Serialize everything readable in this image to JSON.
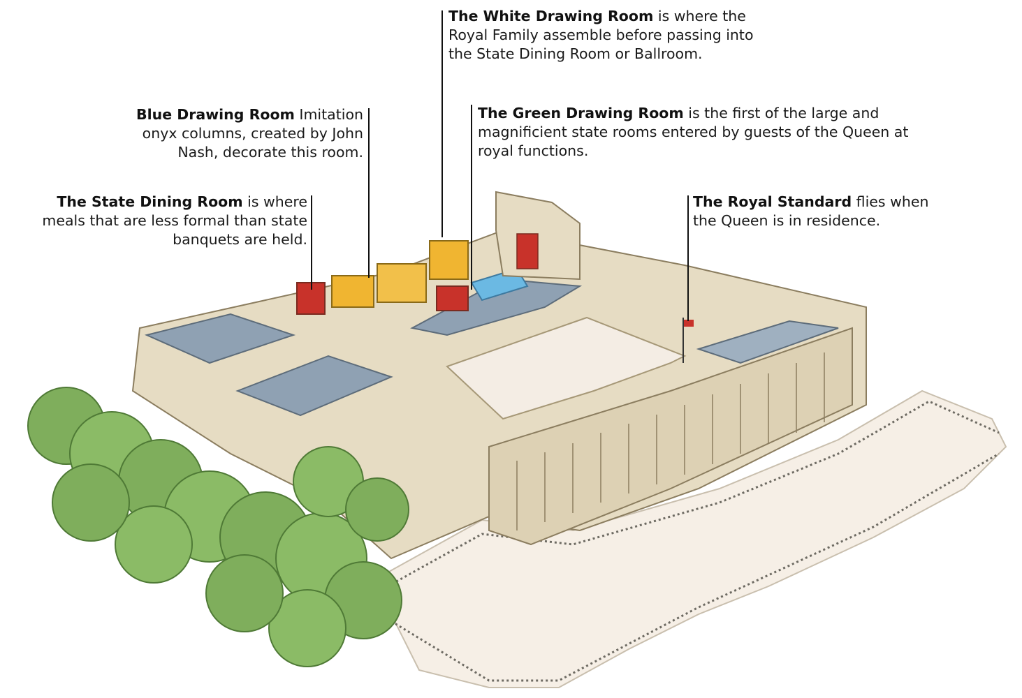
{
  "callouts": {
    "white_drawing_room": {
      "title": "The White Drawing Room",
      "text": " is where the Royal Family assemble before passing into the State Dining Room or Ballroom."
    },
    "blue_drawing_room": {
      "title": "Blue Drawing Room",
      "text": " Imitation onyx columns, created by John Nash, decorate this room."
    },
    "green_drawing_room": {
      "title": "The Green Drawing Room",
      "text": " is the first of the large and magnificient state rooms entered by guests of the Queen at royal functions."
    },
    "state_dining_room": {
      "title": "The State Dining Room",
      "text": " is where meals that are less formal than state banquets are held."
    },
    "royal_standard": {
      "title": "The Royal Standard",
      "text": " flies when the Queen is in residence."
    }
  },
  "colors": {
    "stone": "#e6dcc3",
    "stone_shadow": "#c9bc9b",
    "roof": "#8fa1b3",
    "courtyard": "#f4ede4",
    "tree": "#7fae5c",
    "room_yellow": "#f0b531",
    "room_red": "#c8322a",
    "room_blue": "#6bb9e3",
    "room_green": "#6a9e5a"
  }
}
